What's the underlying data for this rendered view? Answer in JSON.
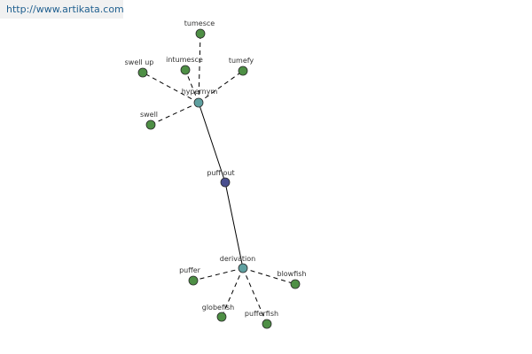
{
  "watermark": {
    "url": "http://www.artikata.com"
  },
  "colors": {
    "center": "#4a4f8f",
    "hub": "#5fa0a0",
    "leaf": "#4e8f45",
    "edge": "#000000",
    "node_stroke": "#2a2a2a"
  },
  "graph": {
    "nodes": [
      {
        "id": "puff-out",
        "label": "puff out",
        "kind": "center"
      },
      {
        "id": "hypernym",
        "label": "hypernym",
        "kind": "hub"
      },
      {
        "id": "derivation",
        "label": "derivation",
        "kind": "hub"
      },
      {
        "id": "tumesce",
        "label": "tumesce",
        "kind": "leaf"
      },
      {
        "id": "intumesce",
        "label": "intumesce",
        "kind": "leaf"
      },
      {
        "id": "tumefy",
        "label": "tumefy",
        "kind": "leaf"
      },
      {
        "id": "swell-up",
        "label": "swell up",
        "kind": "leaf"
      },
      {
        "id": "swell",
        "label": "swell",
        "kind": "leaf"
      },
      {
        "id": "puffer",
        "label": "puffer",
        "kind": "leaf"
      },
      {
        "id": "blowfish",
        "label": "blowfish",
        "kind": "leaf"
      },
      {
        "id": "globefish",
        "label": "globefish",
        "kind": "leaf"
      },
      {
        "id": "pufferfish",
        "label": "pufferfish",
        "kind": "leaf"
      }
    ],
    "edges": [
      {
        "from": "puff-out",
        "to": "hypernym",
        "style": "solid"
      },
      {
        "from": "puff-out",
        "to": "derivation",
        "style": "solid"
      },
      {
        "from": "hypernym",
        "to": "tumesce",
        "style": "dashed"
      },
      {
        "from": "hypernym",
        "to": "intumesce",
        "style": "dashed"
      },
      {
        "from": "hypernym",
        "to": "tumefy",
        "style": "dashed"
      },
      {
        "from": "hypernym",
        "to": "swell-up",
        "style": "dashed"
      },
      {
        "from": "hypernym",
        "to": "swell",
        "style": "dashed"
      },
      {
        "from": "derivation",
        "to": "puffer",
        "style": "dashed"
      },
      {
        "from": "derivation",
        "to": "blowfish",
        "style": "dashed"
      },
      {
        "from": "derivation",
        "to": "globefish",
        "style": "dashed"
      },
      {
        "from": "derivation",
        "to": "pufferfish",
        "style": "dashed"
      }
    ]
  }
}
